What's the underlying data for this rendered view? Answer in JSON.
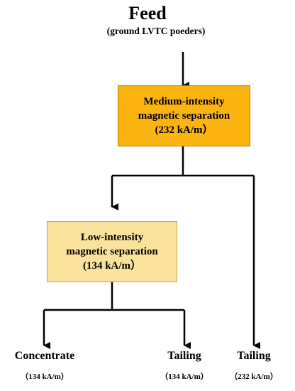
{
  "feed": {
    "title": "Feed",
    "subtitle": "(ground LVTC poeders)"
  },
  "medium_box": {
    "line1": "Medium-intensity",
    "line2": "magnetic separation",
    "line3": "(232 kA/m）",
    "fill": "#fbb40f"
  },
  "low_box": {
    "line1": "Low-intensity",
    "line2": "magnetic separation",
    "line3": "(134 kA/m）",
    "fill": "#fbe29c"
  },
  "outputs": [
    {
      "label": "Concentrate",
      "sub": "（134 kA/m）"
    },
    {
      "label": "Tailing",
      "sub": "（134 kA/m）"
    },
    {
      "label": "Tailing",
      "sub": "（232 kA/m）"
    }
  ],
  "colors": {
    "line": "#000000"
  }
}
